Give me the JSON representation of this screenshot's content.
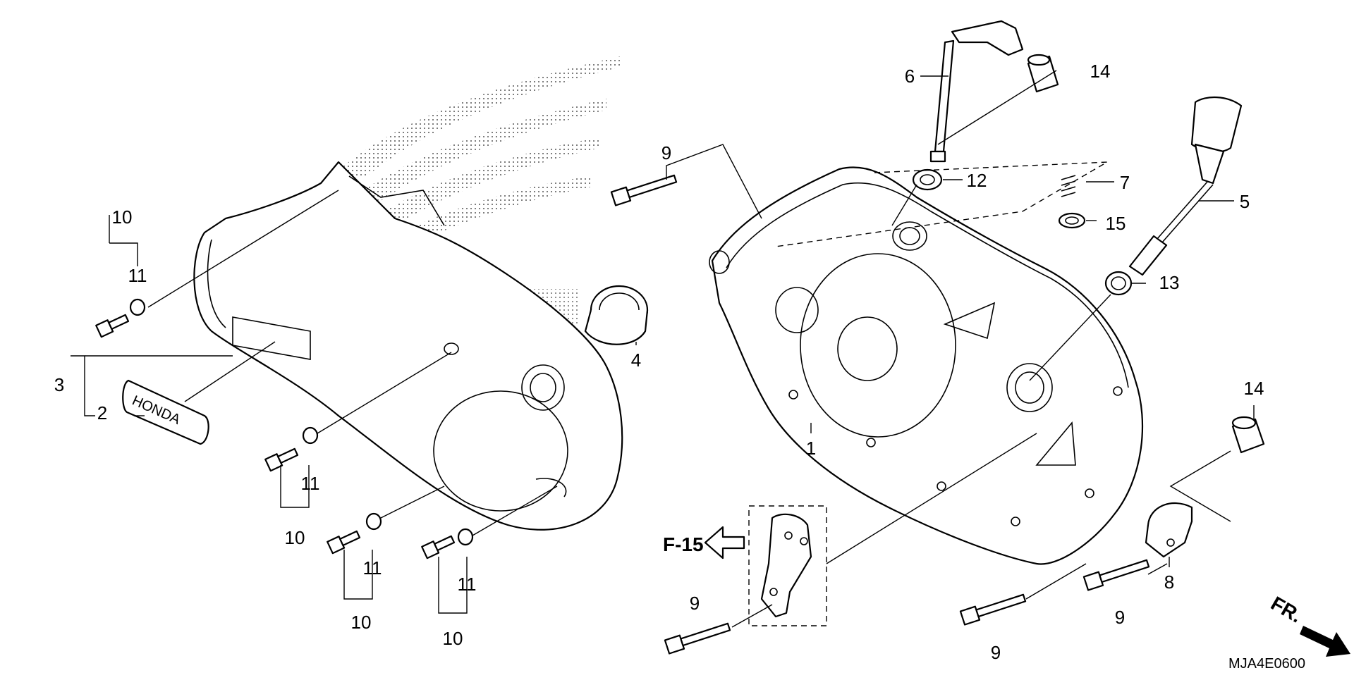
{
  "diagram": {
    "reference_code": "MJA4E0600",
    "direction_label": "FR.",
    "cross_reference": "F-15",
    "emblem_text": "HONDA",
    "callouts": [
      {
        "id": "c1",
        "label": "1"
      },
      {
        "id": "c2",
        "label": "2"
      },
      {
        "id": "c3",
        "label": "3"
      },
      {
        "id": "c4",
        "label": "4"
      },
      {
        "id": "c5",
        "label": "5"
      },
      {
        "id": "c6",
        "label": "6"
      },
      {
        "id": "c7",
        "label": "7"
      },
      {
        "id": "c8",
        "label": "8"
      },
      {
        "id": "c9a",
        "label": "9"
      },
      {
        "id": "c9b",
        "label": "9"
      },
      {
        "id": "c9c",
        "label": "9"
      },
      {
        "id": "c9d",
        "label": "9"
      },
      {
        "id": "c10a",
        "label": "10"
      },
      {
        "id": "c10b",
        "label": "10"
      },
      {
        "id": "c10c",
        "label": "10"
      },
      {
        "id": "c10d",
        "label": "10"
      },
      {
        "id": "c11a",
        "label": "11"
      },
      {
        "id": "c11b",
        "label": "11"
      },
      {
        "id": "c11c",
        "label": "11"
      },
      {
        "id": "c11d",
        "label": "11"
      },
      {
        "id": "c12",
        "label": "12"
      },
      {
        "id": "c13",
        "label": "13"
      },
      {
        "id": "c14a",
        "label": "14"
      },
      {
        "id": "c14b",
        "label": "14"
      },
      {
        "id": "c15",
        "label": "15"
      }
    ]
  }
}
